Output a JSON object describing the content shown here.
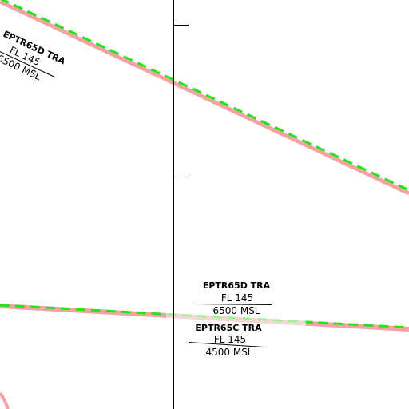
{
  "map": {
    "colors": {
      "background": "#ffffff",
      "zone_border": "#f4a3a3",
      "zone_dashed": "#22e61b",
      "meridian": "#000000",
      "label_text": "#000000"
    },
    "labels": {
      "upper_left": {
        "name": "EPTR65D TRA",
        "upper_limit": "FL 145",
        "lower_limit": "6500 MSL"
      },
      "center_top": {
        "name": "EPTR65D TRA",
        "upper_limit": "FL 145",
        "lower_limit": "6500 MSL"
      },
      "center_bottom": {
        "name": "EPTR65C TRA",
        "upper_limit": "FL 145",
        "lower_limit": "4500 MSL"
      }
    }
  }
}
